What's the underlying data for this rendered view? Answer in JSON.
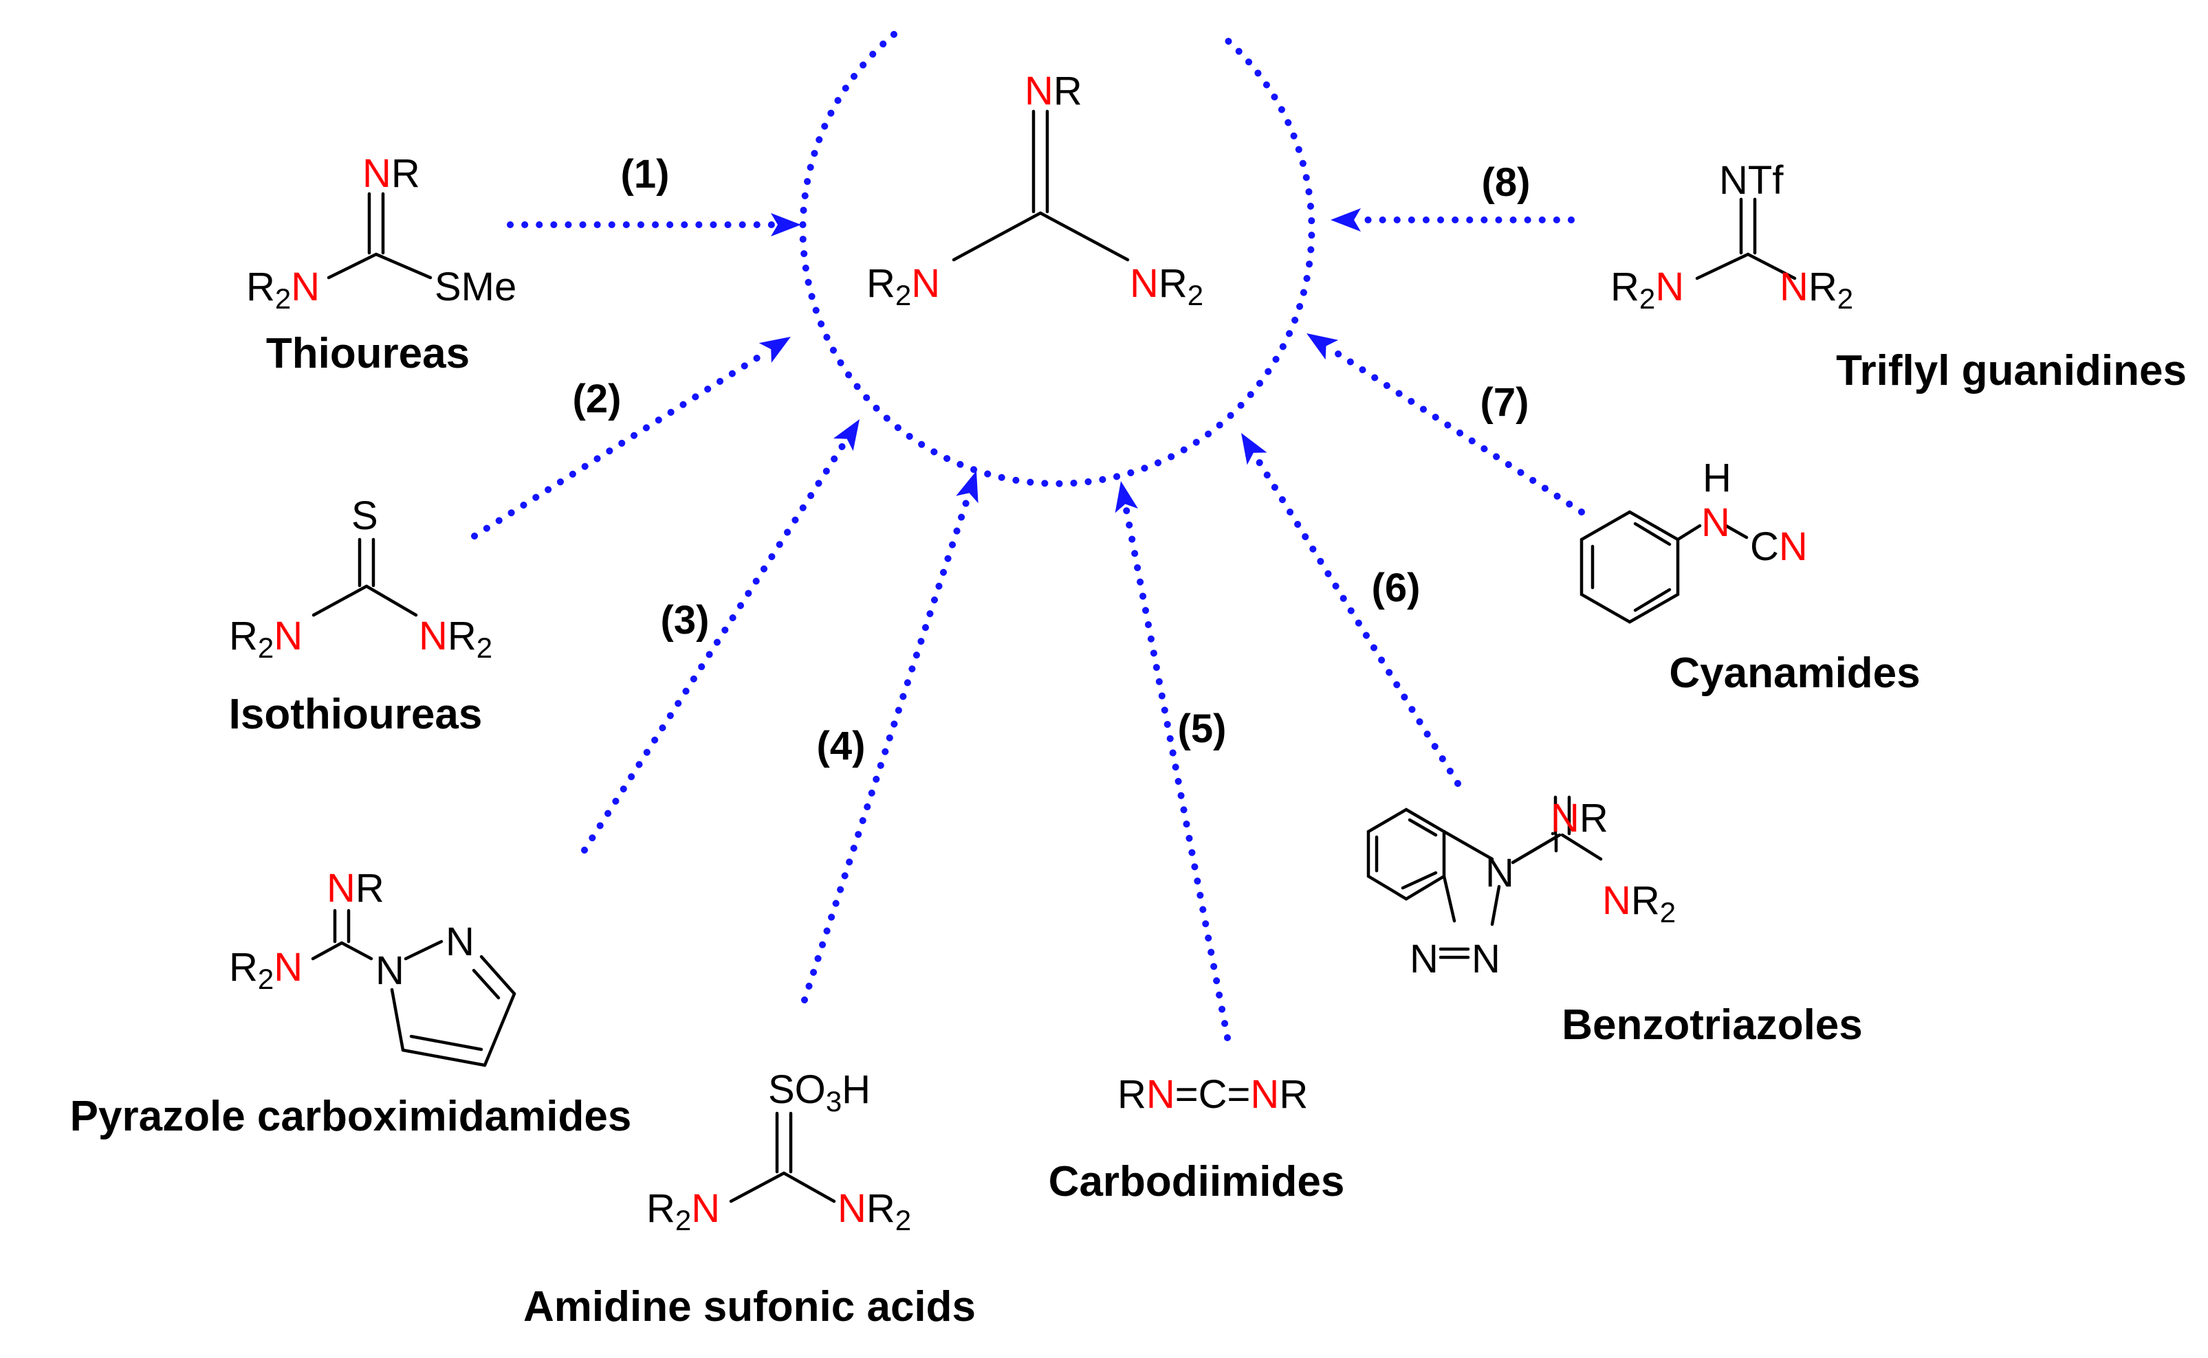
{
  "colors": {
    "arrow": "#1414ff",
    "nitrogen": "#ff0000",
    "text": "#000000"
  },
  "center": {
    "atom_n": "N",
    "r_label": "R",
    "left_r": "R",
    "left_sub": "2",
    "left_n": "N",
    "right_n": "N",
    "right_r": "R",
    "right_sub": "2"
  },
  "routes": [
    "(1)",
    "(2)",
    "(3)",
    "(4)",
    "(5)",
    "(6)",
    "(7)",
    "(8)"
  ],
  "compounds": {
    "thioureas": {
      "name": "Thioureas",
      "atom_n": "N",
      "r": "R",
      "smethyl": "SMe",
      "left_r": "R",
      "left_sub": "2",
      "left_n": "N"
    },
    "isothioureas": {
      "name": "Isothioureas",
      "sulfur": "S",
      "left_r": "R",
      "left_sub": "2",
      "left_n": "N",
      "right_n": "N",
      "right_r": "R",
      "right_sub": "2"
    },
    "pyrazole": {
      "name": "Pyrazole carboximidamides",
      "atom_n": "N",
      "r": "R",
      "left_r": "R",
      "left_sub": "2",
      "left_n": "N",
      "ring_n1": "N",
      "ring_n2": "N"
    },
    "amidine_sulfonic": {
      "name": "Amidine sufonic acids",
      "so": "SO",
      "so_sub": "3",
      "so_h": "H",
      "left_r": "R",
      "left_sub": "2",
      "left_n": "N",
      "right_n": "N",
      "right_r": "R",
      "right_sub": "2"
    },
    "carbodiimides": {
      "name": "Carbodiimides",
      "r1": "R",
      "n1": "N",
      "c": "=C=",
      "n2": "N",
      "r2": "R"
    },
    "benzotriazoles": {
      "name": "Benzotriazoles",
      "atom_n": "N",
      "r": "R",
      "right_n": "N",
      "right_r": "R",
      "right_sub": "2",
      "ring_n1": "N",
      "ring_n2": "N",
      "ring_n3": "N"
    },
    "cyanamides": {
      "name": "Cyanamides",
      "h": "H",
      "n": "N",
      "c": "C",
      "n_end": "N"
    },
    "triflyl": {
      "name": "Triflyl guanidines",
      "ntf": "NTf",
      "left_r": "R",
      "left_sub": "2",
      "left_n": "N",
      "right_n": "N",
      "right_r": "R",
      "right_sub": "2"
    }
  }
}
